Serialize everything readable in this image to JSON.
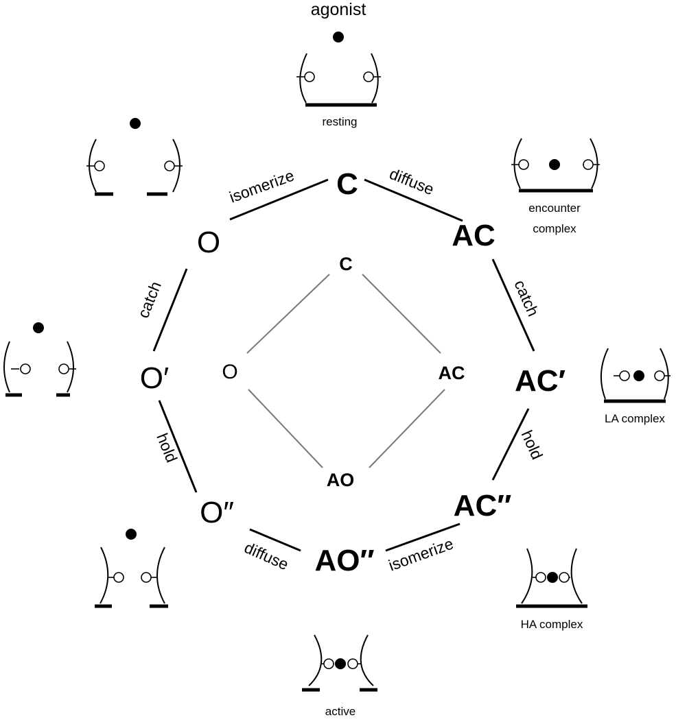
{
  "title": "agonist",
  "outer_states": {
    "C": "C",
    "AC": "AC",
    "O": "O",
    "AC_prime": "AC′",
    "O_prime": "O′",
    "AC_dprime": "AC″",
    "O_dprime": "O″",
    "AO_dprime": "AO″"
  },
  "inner_states": {
    "C": "C",
    "AC": "AC",
    "O": "O",
    "AO": "AO"
  },
  "edge_labels": {
    "isomerize_top": "isomerize",
    "diffuse_top": "diffuse",
    "catch_left": "catch",
    "catch_right": "catch",
    "hold_left": "hold",
    "hold_right": "hold",
    "diffuse_bottom": "diffuse",
    "isomerize_bottom": "isomerize"
  },
  "captions": {
    "resting": "resting",
    "encounter_line1": "encounter",
    "encounter_line2": "complex",
    "la_complex": "LA complex",
    "ha_complex": "HA complex",
    "active": "active"
  }
}
